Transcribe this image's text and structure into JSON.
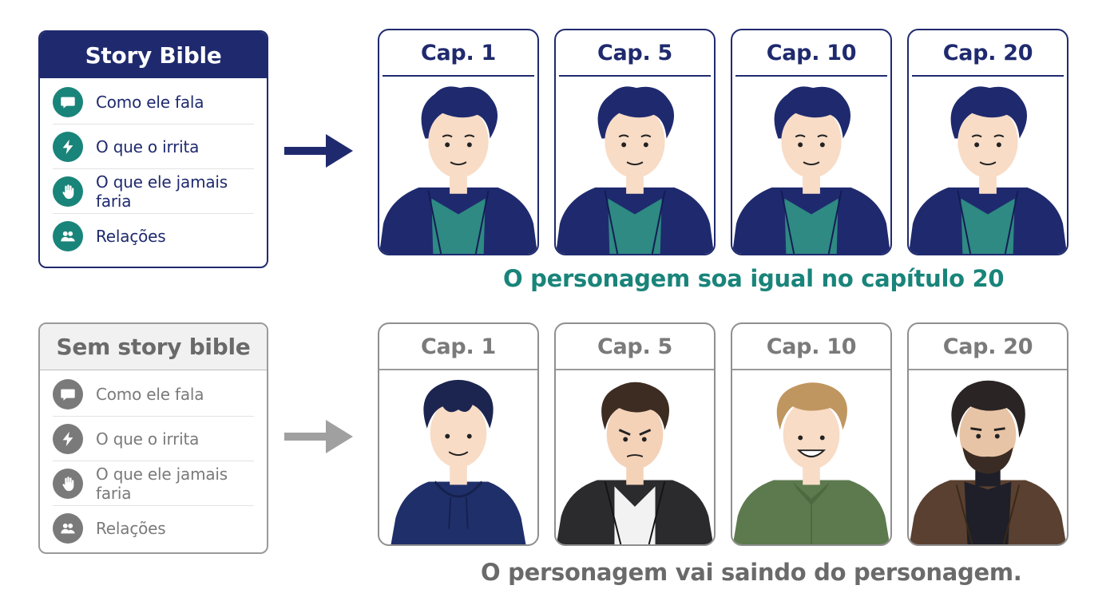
{
  "top_panel": {
    "title": "Story Bible",
    "items": [
      {
        "label": "Como ele fala",
        "icon": "speech-bubble-icon"
      },
      {
        "label": "O que o irrita",
        "icon": "lightning-icon"
      },
      {
        "label": "O que ele jamais faria",
        "icon": "hand-stop-icon"
      },
      {
        "label": "Relações",
        "icon": "people-icon"
      }
    ]
  },
  "bottom_panel": {
    "title": "Sem story bible",
    "items": [
      {
        "label": "Como ele fala",
        "icon": "speech-bubble-icon"
      },
      {
        "label": "O que o irrita",
        "icon": "lightning-icon"
      },
      {
        "label": "O que ele jamais faria",
        "icon": "hand-stop-icon"
      },
      {
        "label": "Relações",
        "icon": "people-icon"
      }
    ]
  },
  "top_row": {
    "cards": [
      {
        "label": "Cap. 1"
      },
      {
        "label": "Cap. 5"
      },
      {
        "label": "Cap. 10"
      },
      {
        "label": "Cap. 20"
      }
    ],
    "caption": "O personagem soa igual no capítulo 20"
  },
  "bottom_row": {
    "cards": [
      {
        "label": "Cap. 1"
      },
      {
        "label": "Cap. 5"
      },
      {
        "label": "Cap. 10"
      },
      {
        "label": "Cap. 20"
      }
    ],
    "caption": "O personagem vai saindo do personagem."
  },
  "colors": {
    "navy": "#1f2a6e",
    "teal": "#19847a",
    "gray": "#7a7a7a",
    "skin": "#f8dcc6"
  }
}
